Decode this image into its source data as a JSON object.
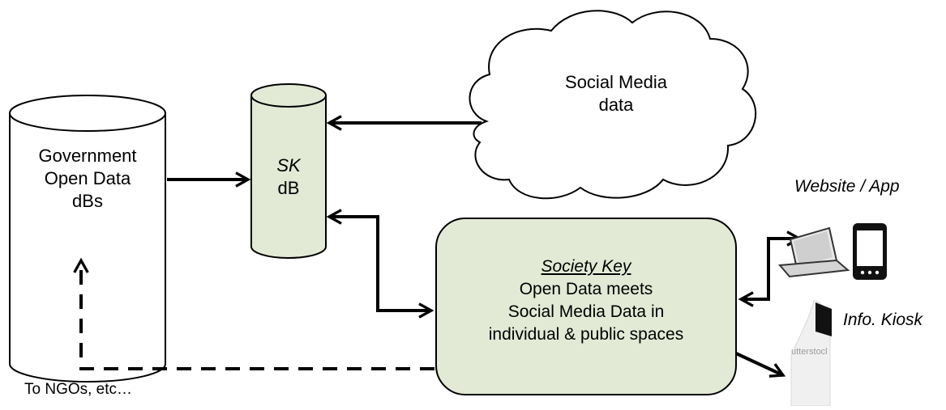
{
  "gov_db": {
    "line1": "Government",
    "line2": "Open Data",
    "line3": "dBs"
  },
  "sk_db": {
    "line1": "SK",
    "line2": "dB"
  },
  "cloud": {
    "line1": "Social Media",
    "line2": "data"
  },
  "society_key": {
    "title": "Society Key",
    "line2": "Open Data meets",
    "line3": "Social Media Data in",
    "line4": "individual & public spaces"
  },
  "labels": {
    "website_app": "Website / App",
    "kiosk": "Info. Kiosk",
    "ngos": "To NGOs, etc…",
    "kiosk_watermark": "utterstocl"
  },
  "colors": {
    "node_fill": "#e2ead6",
    "stroke": "#000000"
  }
}
